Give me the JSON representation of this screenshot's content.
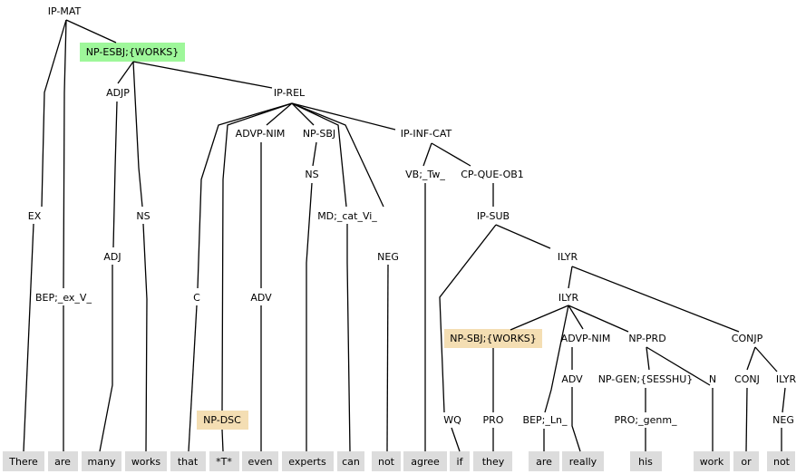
{
  "colors": {
    "highlight_green": "#9ef79a",
    "highlight_tan": "#f4deb3",
    "word_box": "#dcdcdc",
    "line": "#000000",
    "text": "#000000"
  },
  "labels": {
    "ip_mat": "IP-MAT",
    "np_esbj": "NP-ESBJ;{WORKS}",
    "adjp": "ADJP",
    "ip_rel": "IP-REL",
    "advp_nim_1": "ADVP-NIM",
    "np_sbj": "NP-SBJ",
    "ip_inf_cat": "IP-INF-CAT",
    "vb_tw": "VB;_Tw_",
    "cp_que_ob1": "CP-QUE-OB1",
    "ex": "EX",
    "ns_1": "NS",
    "ns_2": "NS",
    "md_cat_vi": "MD;_cat_Vi_",
    "ip_sub": "IP-SUB",
    "adj": "ADJ",
    "neg_1": "NEG",
    "ilyr_1": "ILYR",
    "bep_ex_v": "BEP;_ex_V_",
    "c": "C",
    "adv_1": "ADV",
    "ilyr_2": "ILYR",
    "np_sbj_works": "NP-SBJ;{WORKS}",
    "advp_nim_2": "ADVP-NIM",
    "np_prd": "NP-PRD",
    "conjp": "CONJP",
    "adv_2": "ADV",
    "np_gen_sesshu": "NP-GEN;{SESSHU}",
    "n": "N",
    "conj": "CONJ",
    "ilyr_3": "ILYR",
    "np_dsc": "NP-DSC",
    "wq": "WQ",
    "pro_1": "PRO",
    "bep_ln": "BEP;_Ln_",
    "pro_genm": "PRO;_genm_",
    "neg_2": "NEG"
  },
  "words": [
    "There",
    "are",
    "many",
    "works",
    "that",
    "*T*",
    "even",
    "experts",
    "can",
    "not",
    "agree",
    "if",
    "they",
    "are",
    "really",
    "his",
    "work",
    "or",
    "not"
  ]
}
